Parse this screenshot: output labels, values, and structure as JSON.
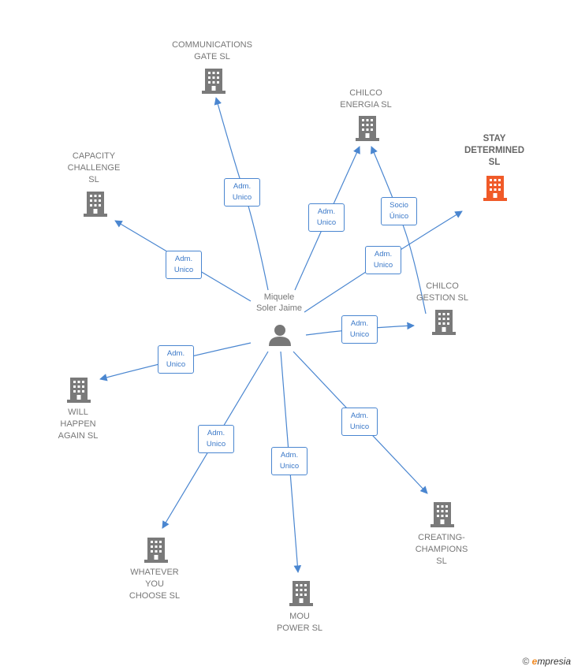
{
  "person": {
    "name": "Miquele\nSoler Jaime",
    "icon": "person-icon"
  },
  "companies": [
    {
      "id": "communications-gate",
      "label": "COMMUNICATIONS\nGATE  SL",
      "icon": "building-icon",
      "highlight": false
    },
    {
      "id": "capacity-challenge",
      "label": "CAPACITY\nCHALLENGE\nSL",
      "icon": "building-icon",
      "highlight": false
    },
    {
      "id": "chilco-energia",
      "label": "CHILCO\nENERGIA  SL",
      "icon": "building-icon",
      "highlight": false
    },
    {
      "id": "stay-determined",
      "label": "STAY\nDETERMINED\nSL",
      "icon": "building-icon",
      "highlight": true
    },
    {
      "id": "chilco-gestion",
      "label": "CHILCO\nGESTION  SL",
      "icon": "building-icon",
      "highlight": false
    },
    {
      "id": "will-happen-again",
      "label": "WILL\nHAPPEN\nAGAIN  SL",
      "icon": "building-icon",
      "highlight": false
    },
    {
      "id": "creating-champions",
      "label": "CREATING-\nCHAMPIONS\nSL",
      "icon": "building-icon",
      "highlight": false
    },
    {
      "id": "whatever-you-choose",
      "label": "WHATEVER\nYOU\nCHOOSE  SL",
      "icon": "building-icon",
      "highlight": false
    },
    {
      "id": "mou-power",
      "label": "MOU\nPOWER  SL",
      "icon": "building-icon",
      "highlight": false
    }
  ],
  "edges": [
    {
      "from": "person",
      "to": "communications-gate",
      "label": "Adm.\nUnico"
    },
    {
      "from": "person",
      "to": "capacity-challenge",
      "label": "Adm.\nUnico"
    },
    {
      "from": "person",
      "to": "chilco-energia",
      "label": "Adm.\nUnico"
    },
    {
      "from": "chilco-gestion",
      "to": "chilco-energia",
      "label": "Socio\nÚnico"
    },
    {
      "from": "person",
      "to": "stay-determined",
      "label": "Adm.\nUnico"
    },
    {
      "from": "person",
      "to": "chilco-gestion",
      "label": "Adm.\nUnico"
    },
    {
      "from": "person",
      "to": "will-happen-again",
      "label": "Adm.\nUnico"
    },
    {
      "from": "person",
      "to": "creating-champions",
      "label": "Adm.\nUnico"
    },
    {
      "from": "person",
      "to": "whatever-you-choose",
      "label": "Adm.\nUnico"
    },
    {
      "from": "person",
      "to": "mou-power",
      "label": "Adm.\nUnico"
    }
  ],
  "colors": {
    "edge": "#4a86d0",
    "building": "#7a7a7a",
    "highlight": "#f05a28",
    "person": "#777777"
  },
  "footer": {
    "copyright": "©",
    "brand_e": "e",
    "brand_rest": "mpresia"
  }
}
